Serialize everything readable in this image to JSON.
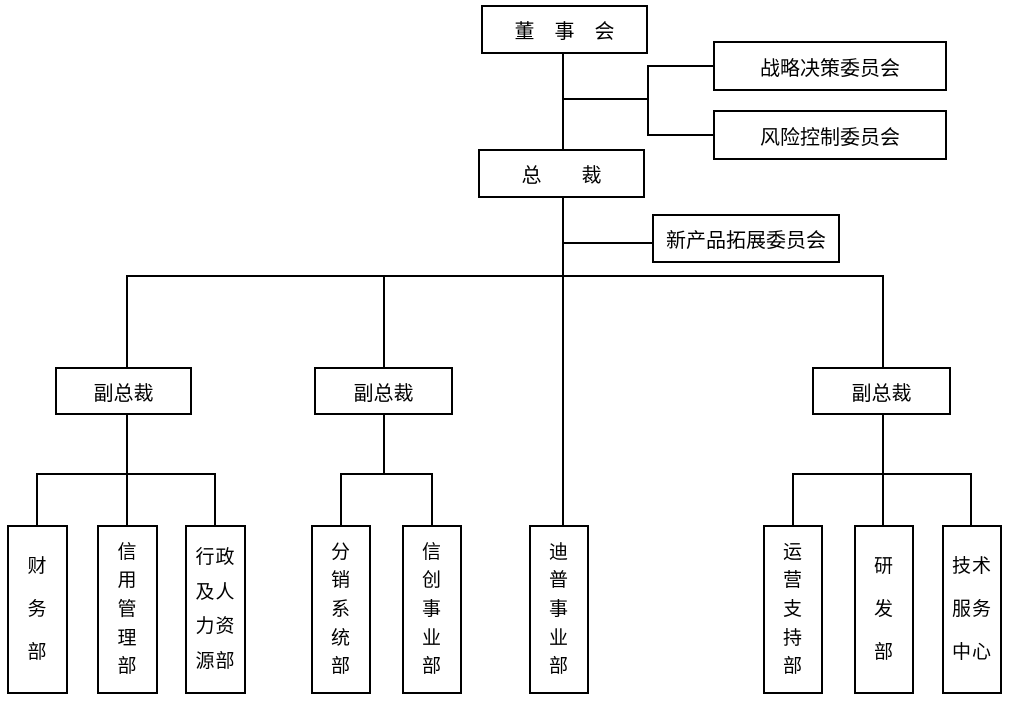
{
  "org_chart": {
    "board": {
      "label": "董　事　会"
    },
    "committees": {
      "strategic": {
        "label": "战略决策委员会"
      },
      "risk": {
        "label": "风险控制委员会"
      },
      "new_product": {
        "label": "新产品拓展委员会"
      }
    },
    "president": {
      "label": "总　　裁"
    },
    "vice_presidents": [
      {
        "label": "副总裁"
      },
      {
        "label": "副总裁"
      },
      {
        "label": "副总裁"
      }
    ],
    "departments": {
      "finance": {
        "label": "财务部",
        "lines": [
          "财",
          "务",
          "部"
        ]
      },
      "credit": {
        "label": "信用管理部",
        "lines": [
          "信",
          "用",
          "管",
          "理",
          "部"
        ]
      },
      "admin_hr": {
        "label": "行政及人力资源部",
        "lines": [
          "行政",
          "及人",
          "力资",
          "源部"
        ]
      },
      "distribution": {
        "label": "分销系统部",
        "lines": [
          "分",
          "销",
          "系",
          "统",
          "部"
        ]
      },
      "xinchuang": {
        "label": "信创事业部",
        "lines": [
          "信",
          "创",
          "事",
          "业",
          "部"
        ]
      },
      "dipu": {
        "label": "迪普事业部",
        "lines": [
          "迪",
          "普",
          "事",
          "业",
          "部"
        ]
      },
      "operations": {
        "label": "运营支持部",
        "lines": [
          "运",
          "营",
          "支",
          "持",
          "部"
        ]
      },
      "rnd": {
        "label": "研发部",
        "lines": [
          "研",
          "发",
          "部"
        ]
      },
      "tech_service": {
        "label": "技术服务中心",
        "lines": [
          "技术",
          "服务",
          "中心"
        ]
      }
    },
    "colors": {
      "line": "#000000",
      "border": "#000000",
      "background": "#ffffff",
      "text": "#000000"
    }
  }
}
